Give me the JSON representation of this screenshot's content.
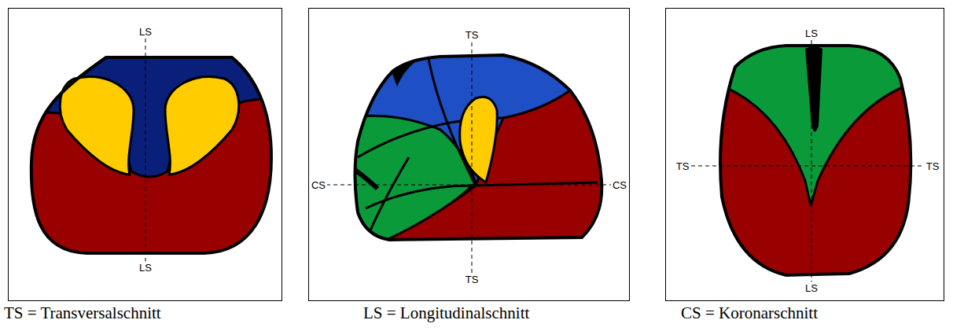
{
  "diagram": {
    "labels": [
      "LS",
      "LS",
      "TS",
      "CS",
      "CS",
      "TS",
      "LS",
      "TS",
      "TS",
      "LS",
      "TS = Transversalschnitt",
      "LS = Longitudinalschnitt",
      "CS = Koronarschnitt"
    ]
  }
}
